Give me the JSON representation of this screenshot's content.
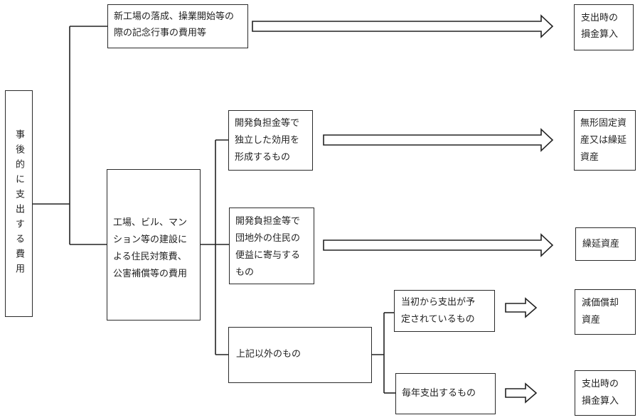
{
  "root": {
    "label": "事後的に支出する費用"
  },
  "branch1": {
    "label": "新工場の落成、操業開始等の\n際の記念行事の費用等",
    "result": "支出時の\n損金算入"
  },
  "branch2": {
    "label": "工場、ビル、マン\nション等の建設に\nよる住民対策費、\n公害補償等の費用",
    "sub1": {
      "label": "開発負担金等で\n独立した効用を\n形成するもの",
      "result": "無形固定資\n産又は繰延\n資産"
    },
    "sub2": {
      "label": "開発負担金等で\n団地外の住民の\n便益に寄与する\nもの",
      "result": "繰延資産"
    },
    "sub3": {
      "label": "上記以外のもの",
      "sub_a": {
        "label": "当初から支出が予\n定されているもの",
        "result": "減価償却\n資産"
      },
      "sub_b": {
        "label": "毎年支出するもの",
        "result": "支出時の\n損金算入"
      }
    }
  }
}
